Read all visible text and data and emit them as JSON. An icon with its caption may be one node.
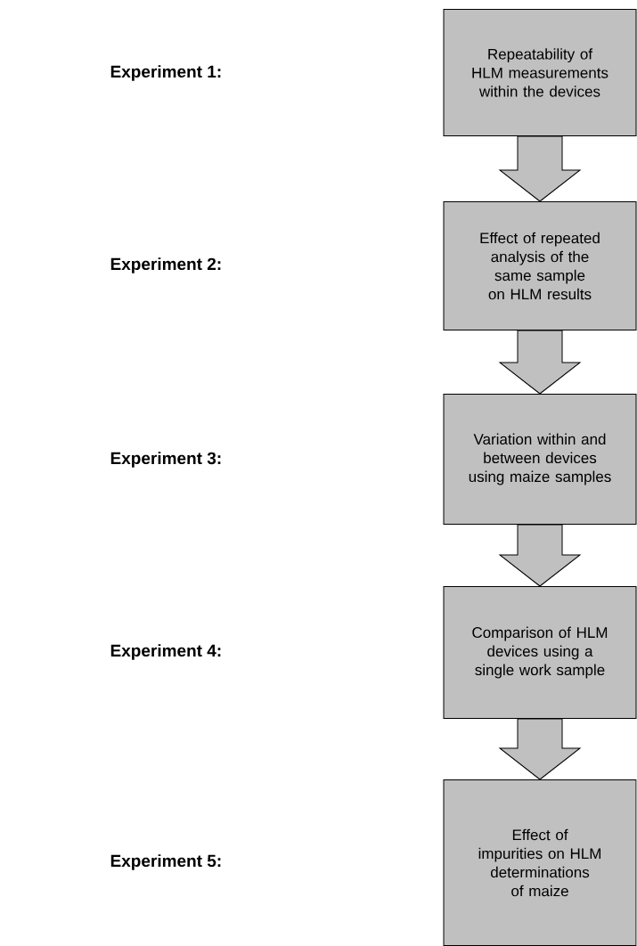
{
  "diagram": {
    "nodes": [
      {
        "text": [
          "Repeatability of HLM measurements within the devices"
        ]
      },
      {
        "text": [
          "Effect of repeated analysis of the same sample on HLM results"
        ]
      },
      {
        "text": [
          "Variation within and between devices using maize samples"
        ]
      },
      {
        "text": [
          "Comparison of HLM devices using a single work sample"
        ]
      },
      {
        "text": [
          "Effect of impurities on HLM determinations of maize"
        ]
      }
    ],
    "edges": [
      {
        "from": 0,
        "to": 1,
        "arrow": "to"
      },
      {
        "from": 1,
        "to": 2,
        "arrow": "to"
      },
      {
        "from": 2,
        "to": 3,
        "arrow": "to"
      },
      {
        "from": 3,
        "to": 4,
        "arrow": "to"
      }
    ],
    "labels": [
      "Experiment 1:",
      "Experiment 2:",
      "Experiment 3:",
      "Experiment 4:",
      "Experiment 5:"
    ]
  }
}
